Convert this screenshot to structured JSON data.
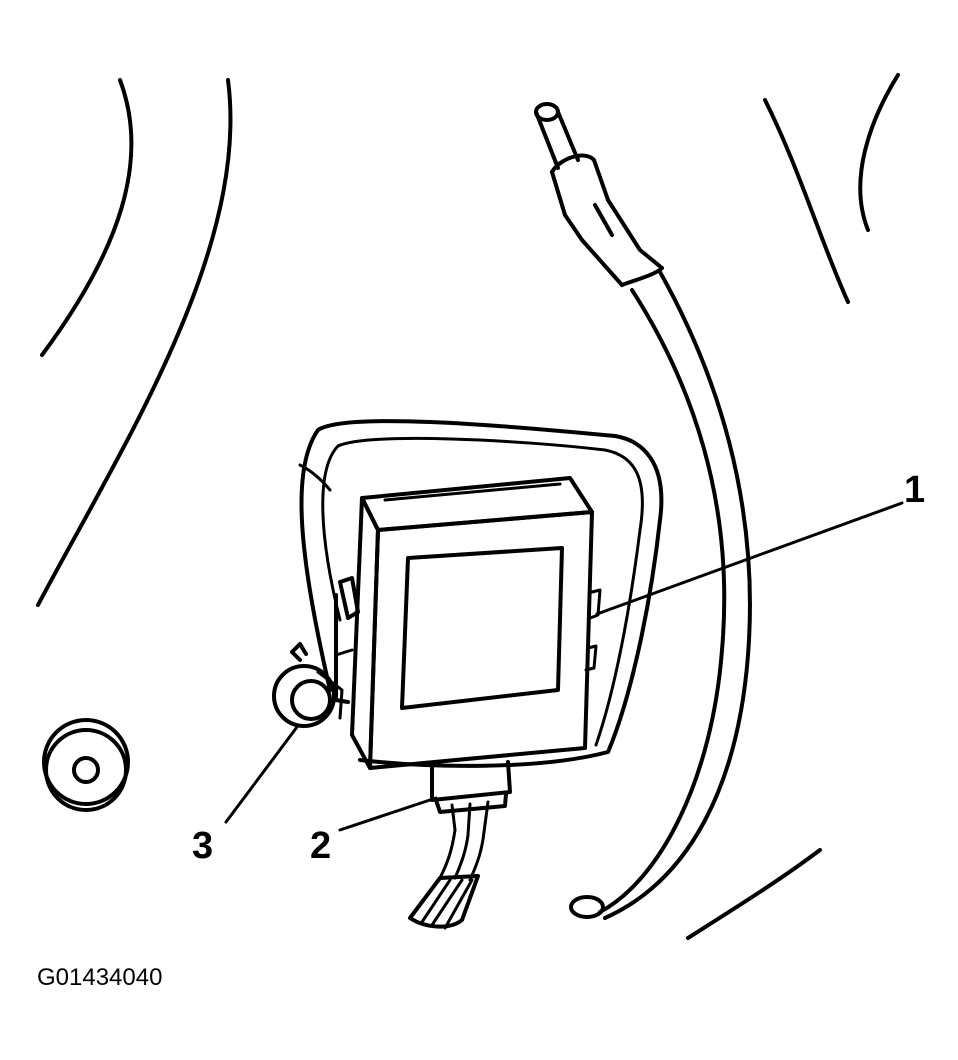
{
  "callouts": [
    {
      "label": "1",
      "part": "module"
    },
    {
      "label": "2",
      "part": "electrical-connector"
    },
    {
      "label": "3",
      "part": "mounting-nut"
    }
  ],
  "figure_id": "G01434040"
}
